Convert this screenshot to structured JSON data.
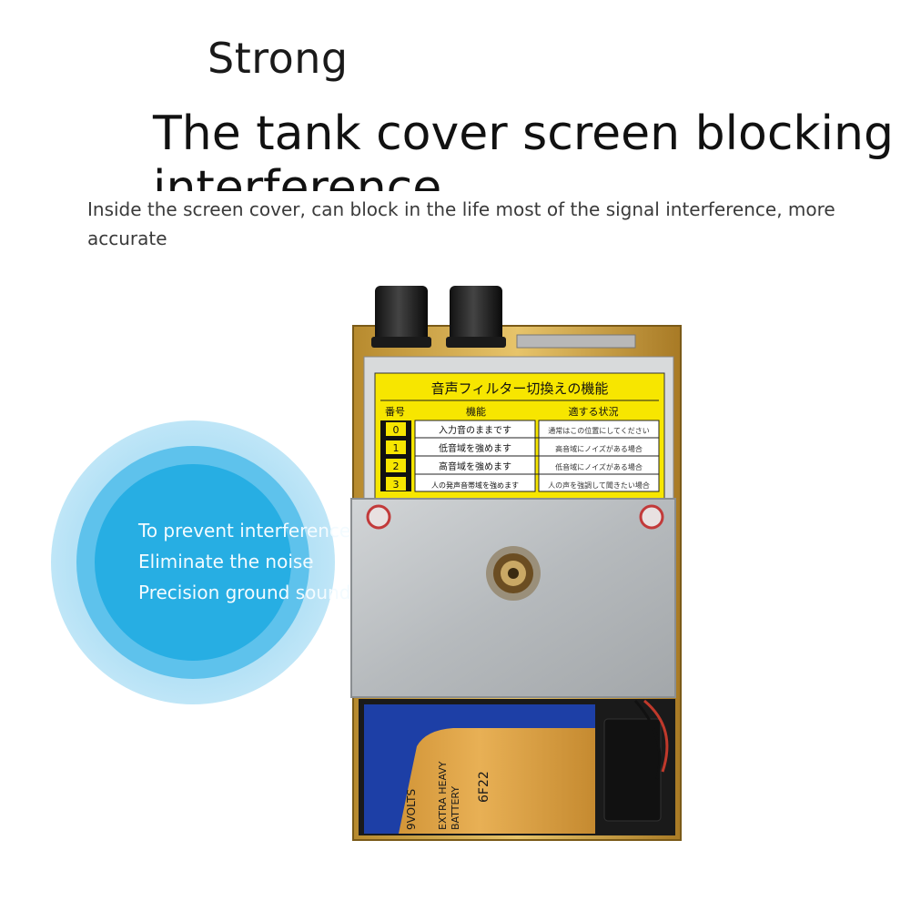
{
  "heading": {
    "strong": "Strong",
    "title": "The tank cover screen blocking",
    "title_cut": "interference"
  },
  "subtitle": "Inside the screen cover, can block in the life most of the signal interference, more accurate",
  "circle_text": {
    "line1": "To prevent interference",
    "line2": "Eliminate the noise",
    "line3": "Precision ground sound"
  },
  "label": {
    "title": "音声フィルター切換えの機能",
    "headers": [
      "番号",
      "機能",
      "適する状況"
    ],
    "rows": [
      {
        "num": "0",
        "func": "入力音のままです",
        "situation": "通常はこの位置にしてください"
      },
      {
        "num": "1",
        "func": "低音域を強めます",
        "situation": "高音域にノイズがある場合"
      },
      {
        "num": "2",
        "func": "高音域を強めます",
        "situation": "低音域にノイズがある場合"
      },
      {
        "num": "3",
        "func": "人の発声音帯域を強めます",
        "situation": "人の声を強調して聞きたい場合"
      }
    ]
  },
  "battery": {
    "text1": "6F22",
    "text2": "9VOLTS",
    "text3": "EXTRA HEAVY",
    "text4": "BATTERY"
  },
  "colors": {
    "label_yellow": "#f7e600",
    "circle_blue": "#27aee3",
    "metal": "#bfc3c6",
    "battery_blue": "#1d3fa6",
    "battery_gold": "#e0a640"
  }
}
